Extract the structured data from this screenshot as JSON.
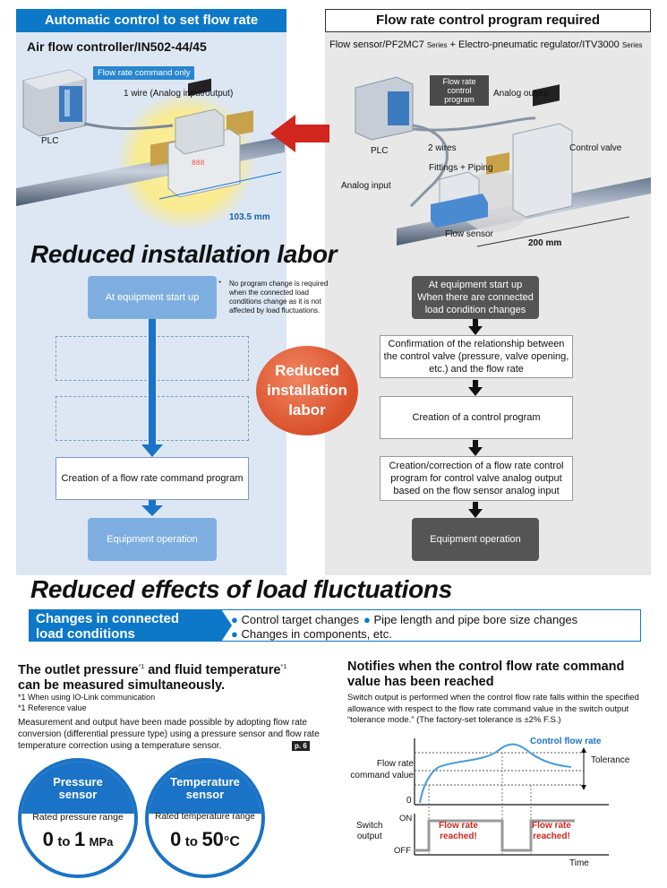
{
  "left": {
    "header": "Automatic control to set flow rate",
    "subtitle": "Air flow controller/IN502-44/45",
    "tag": "Flow rate command only",
    "wire_label": "1 wire (Analog input/output)",
    "plc": "PLC",
    "dimension": "103.5 mm"
  },
  "right": {
    "header": "Flow rate control program required",
    "subtitle_part1": "Flow sensor/PF2MC7 ",
    "subtitle_series1": "Series",
    "subtitle_part2": " + Electro-pneumatic regulator/ITV3000 ",
    "subtitle_series2": "Series",
    "tag_line1": "Flow rate",
    "tag_line2": "control program",
    "analog_output": "Analog output",
    "plc": "PLC",
    "two_wires": "2 wires",
    "control_valve": "Control valve",
    "fittings": "Fittings + Piping",
    "analog_input": "Analog input",
    "flow_sensor": "Flow sensor",
    "dimension": "200 mm"
  },
  "heading_install": "Reduced installation labor",
  "flow_left": {
    "start": "At equipment start up",
    "note_mark": "*",
    "note": "No program change is required when the connected load conditions change as it is not affected by load fluctuations.",
    "creation": "Creation of a flow rate command program",
    "operation": "Equipment operation"
  },
  "center_badge": {
    "line1": "Reduced",
    "line2": "installation",
    "line3": "labor"
  },
  "flow_right": {
    "start_l1": "At equipment start up",
    "start_l2": "When there are connected",
    "start_l3": "load condition changes",
    "confirm_l1": "Confirmation of the relationship between",
    "confirm_l2": "the control valve (pressure, valve opening,",
    "confirm_l3": "etc.) and the flow rate",
    "create": "Creation of a control program",
    "correct_l1": "Creation/correction of a flow rate control",
    "correct_l2": "program for control valve analog output",
    "correct_l3": "based on the flow sensor analog input",
    "operation": "Equipment operation"
  },
  "heading_fluct": "Reduced effects of load fluctuations",
  "changes": {
    "label_l1": "Changes in connected",
    "label_l2": "load conditions",
    "item1": "Control target changes",
    "item2": "Pipe length and pipe bore size changes",
    "item3": "Changes in components, etc."
  },
  "outlet": {
    "h_part1": "The outlet pressure",
    "h_sup1": "*1",
    "h_part2": " and fluid temperature",
    "h_sup2": "*1",
    "h_line2": "can be measured simultaneously.",
    "fn1": "*1  When using IO-Link communication",
    "fn2": "*1  Reference value",
    "body": "Measurement and output have been made possible by adopting flow rate conversion (differential pressure type) using a pressure sensor and flow rate temperature correction using a temperature sensor.",
    "pageref": "p. 6",
    "pressure_cap_l1": "Pressure",
    "pressure_cap_l2": "sensor",
    "pressure_range_label": "Rated pressure range",
    "pressure_range_a": "0",
    "pressure_range_to": "to",
    "pressure_range_b": "1",
    "pressure_unit": "MPa",
    "temp_cap_l1": "Temperature",
    "temp_cap_l2": "sensor",
    "temp_range_label": "Rated temperature range",
    "temp_range_a": "0",
    "temp_range_to": "to",
    "temp_range_b": "50",
    "temp_unit": "°C"
  },
  "notify": {
    "h_line1": "Notifies when the control flow rate command",
    "h_line2": "value has been reached",
    "body": "Switch output is performed when the control flow rate falls within the specified allowance with respect to the flow rate command value in the switch output “tolerance mode.” (The factory-set tolerance is ±2% F.S.)",
    "curve_label": "Control flow rate",
    "cmd_l1": "Flow rate",
    "cmd_l2": "command value",
    "tolerance": "Tolerance",
    "zero": "0",
    "on": "ON",
    "off": "OFF",
    "switch_l1": "Switch",
    "switch_l2": "output",
    "reached1_l1": "Flow rate",
    "reached1_l2": "reached!",
    "reached2_l1": "Flow rate",
    "reached2_l2": "reached!",
    "time": "Time"
  },
  "colors": {
    "brand_blue": "#0c78c7",
    "light_blue_panel": "#dde7f4",
    "gray_panel": "#e8e8e8",
    "alert_red": "#d0261e"
  }
}
